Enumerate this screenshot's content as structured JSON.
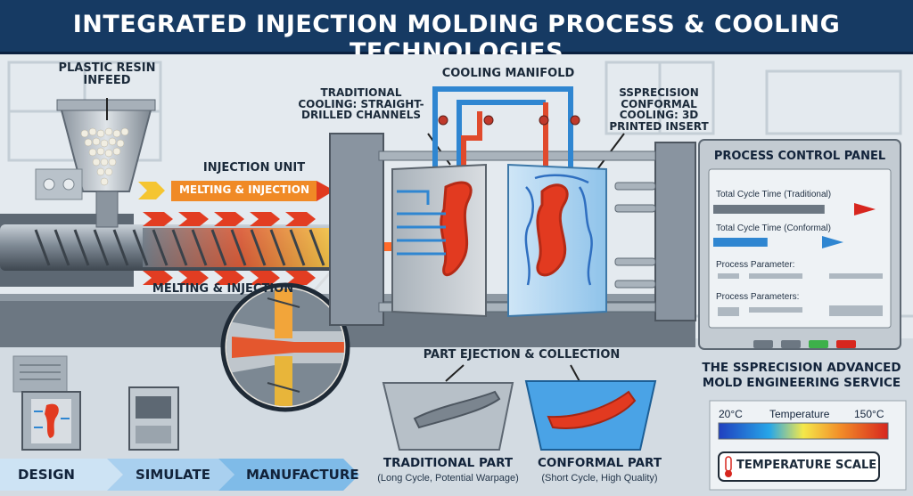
{
  "title": "INTEGRATED INJECTION MOLDING PROCESS & COOLING TECHNOLOGIES",
  "labels": {
    "resin_infeed": "PLASTIC RESIN INFEED",
    "injection_unit": "INJECTION UNIT",
    "melting_injection_banner": "MELTING & INJECTION",
    "melting_injection_screw": "MELTING & INJECTION",
    "cooling_manifold": "COOLING MANIFOLD",
    "traditional_cooling": "TRADITIONAL COOLING: STRAIGHT-DRILLED CHANNELS",
    "conformal_cooling": "SSPRECISION CONFORMAL COOLING: 3D PRINTED INSERT",
    "part_ejection": "PART EJECTION & COLLECTION"
  },
  "parts": {
    "traditional_title": "TRADITIONAL PART",
    "traditional_sub": "(Long Cycle, Potential Warpage)",
    "conformal_title": "CONFORMAL PART",
    "conformal_sub": "(Short Cycle, High Quality)"
  },
  "workflow": [
    "DESIGN",
    "SIMULATE",
    "MANUFACTURE"
  ],
  "panel": {
    "title": "PROCESS CONTROL PANEL",
    "cycle_traditional": "Total Cycle Time (Traditional)",
    "cycle_conformal": "Total Cycle Time (Conformal)",
    "param_1": "Process Parameter:",
    "param_2": "Process Parameters:",
    "traditional_level": 0.78,
    "conformal_level": 0.38
  },
  "service": "THE SSPRECISION ADVANCED MOLD ENGINEERING SERVICE",
  "temperature": {
    "min": "20°C",
    "label": "Temperature",
    "max": "150°C",
    "scale_label": "TEMPERATURE SCALE"
  },
  "colors": {
    "hot": "#e63a22",
    "cold": "#1f7fd4",
    "title_bg": "#163a63"
  },
  "icons": [
    "funnel-icon",
    "screw-icon",
    "nozzle-magnifier-icon",
    "thermometer-icon",
    "mold-icon",
    "machine-icon"
  ]
}
